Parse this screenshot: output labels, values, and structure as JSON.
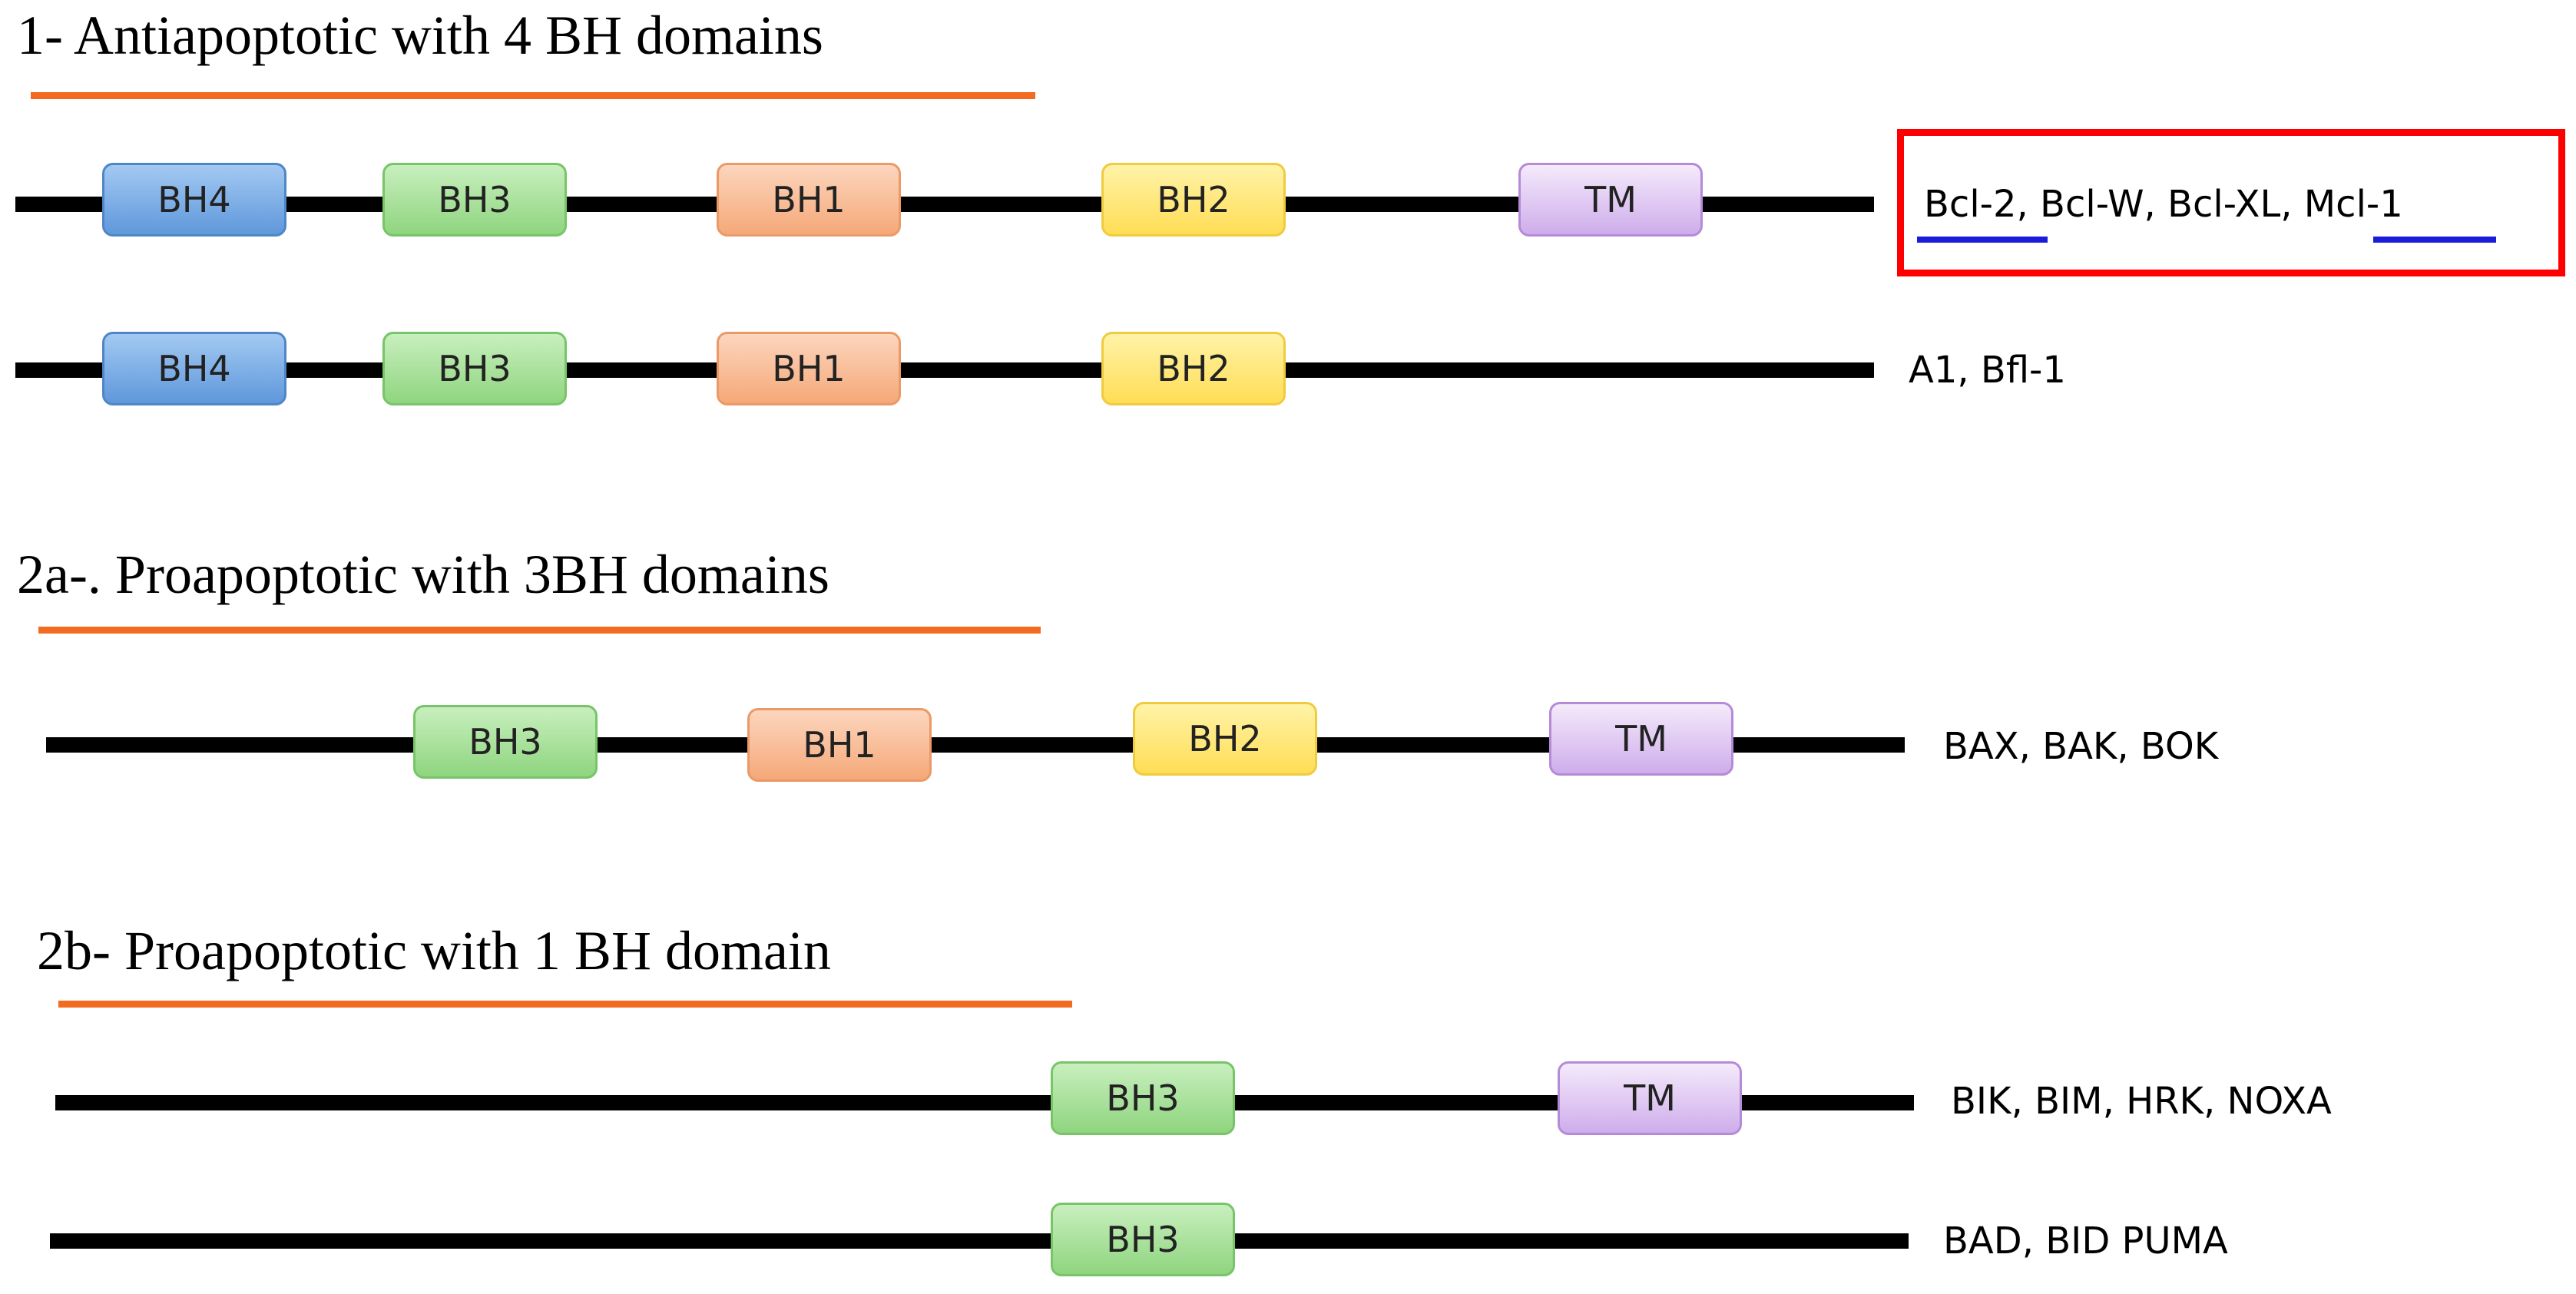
{
  "sections": [
    {
      "title": "1- Antiapoptotic with 4 BH domains",
      "rows": [
        {
          "domains": [
            "BH4",
            "BH3",
            "BH1",
            "BH2",
            "TM"
          ],
          "proteins": "Bcl-2, Bcl-W, Bcl-XL, Mcl-1",
          "highlighted": true,
          "underlined_names": [
            "Bcl-2",
            "Mcl-1"
          ]
        },
        {
          "domains": [
            "BH4",
            "BH3",
            "BH1",
            "BH2"
          ],
          "proteins": "A1, Bfl-1"
        }
      ]
    },
    {
      "title": "2a-. Proapoptotic with 3BH domains",
      "rows": [
        {
          "domains": [
            "BH3",
            "BH1",
            "BH2",
            "TM"
          ],
          "proteins": "BAX, BAK, BOK"
        }
      ]
    },
    {
      "title": "2b- Proapoptotic with 1 BH domain",
      "rows": [
        {
          "domains": [
            "BH3",
            "TM"
          ],
          "proteins": "BIK, BIM, HRK, NOXA"
        },
        {
          "domains": [
            "BH3"
          ],
          "proteins": "BAD, BID PUMA"
        }
      ]
    }
  ],
  "colors": {
    "BH4": "#7fb0e8",
    "BH3": "#a8e29a",
    "BH1": "#f8bd97",
    "BH2": "#ffe670",
    "TM": "#ddc6f0",
    "title_underline": "#f36a21",
    "highlight_box": "#ff0000",
    "name_underline": "#1b1bd9"
  }
}
